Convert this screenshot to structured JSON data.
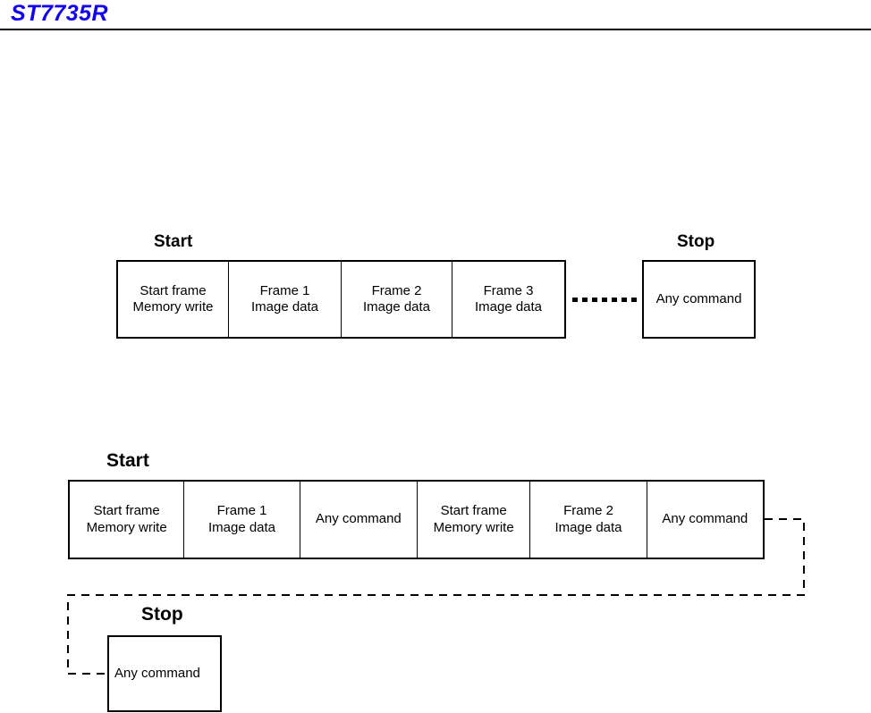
{
  "header": {
    "title": "ST7735R",
    "title_color": "#1400f0",
    "rule_color": "#000000"
  },
  "diagram_one": {
    "name": "continuous-frame-write-sequence",
    "start_label": "Start",
    "stop_label": "Stop",
    "connector_style": "dotted",
    "cells": [
      {
        "line1": "Start frame",
        "line2": "Memory write"
      },
      {
        "line1": "Frame 1",
        "line2": "Image data"
      },
      {
        "line1": "Frame 2",
        "line2": "Image data"
      },
      {
        "line1": "Frame 3",
        "line2": "Image data"
      }
    ],
    "stop_box": {
      "label": "Any command"
    }
  },
  "diagram_two": {
    "name": "interleaved-command-frame-write-sequence",
    "start_label": "Start",
    "stop_label": "Stop",
    "connector_style": "dashed",
    "cells": [
      {
        "line1": "Start frame",
        "line2": "Memory write"
      },
      {
        "line1": "Frame 1",
        "line2": "Image data"
      },
      {
        "line1": "Any command",
        "line2": ""
      },
      {
        "line1": "Start frame",
        "line2": "Memory write"
      },
      {
        "line1": "Frame 2",
        "line2": "Image data"
      },
      {
        "line1": "Any command",
        "line2": ""
      }
    ],
    "stop_box": {
      "label": "Any command"
    }
  }
}
